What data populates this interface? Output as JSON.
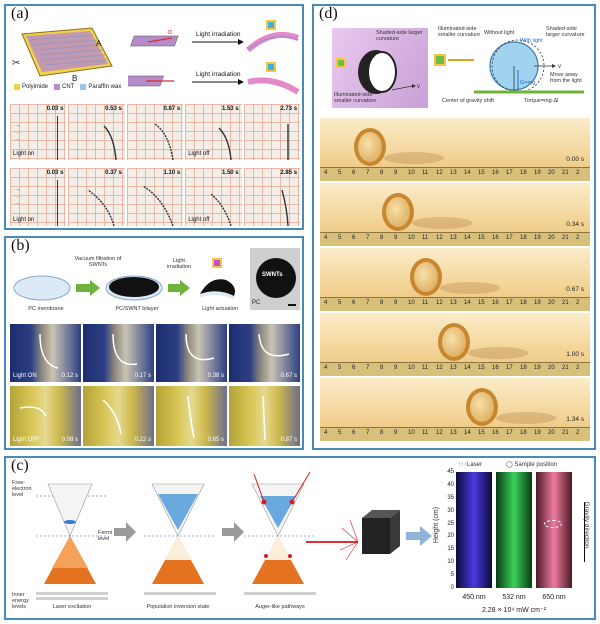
{
  "panel_a": {
    "label": "(a)",
    "legend": [
      "Polyimide",
      "CNT",
      "Paraffin wax"
    ],
    "dims": [
      "A",
      "B"
    ],
    "alpha": "α",
    "irradiation": [
      "Light irradiation",
      "Light irradiation"
    ],
    "rows": [
      {
        "times": [
          "0.03 s",
          "0.53 s",
          "0.87 s",
          "1.53 s",
          "2.73 s"
        ],
        "on": "Light on",
        "off": "Light off"
      },
      {
        "times": [
          "0.03 s",
          "0.37 s",
          "1.10 s",
          "1.50 s",
          "2.85 s"
        ],
        "on": "Light on",
        "off": "Light off"
      }
    ]
  },
  "panel_b": {
    "label": "(b)",
    "steps": [
      "PC membrane",
      "PC/SWNT bilayer",
      "Light actuation"
    ],
    "arrows": [
      "Vacuum filtration of SWNTs",
      "Light irradiation"
    ],
    "inset": [
      "SWNTs",
      "PC"
    ],
    "row1_times": [
      "0.12 s",
      "0.17 s",
      "0.38 s",
      "0.67 s"
    ],
    "row1_label": "Light ON",
    "row2_times": [
      "0.08 s",
      "0.22 s",
      "0.65 s",
      "0.87 s"
    ],
    "row2_label": "Light OFF"
  },
  "panel_c": {
    "label": "(c)",
    "levels": [
      "Free-electron level",
      "Fermi level",
      "Inner energy levels"
    ],
    "captions": [
      "Laser excitation",
      "Population inversion state",
      "Auger-like pathways"
    ],
    "legend_laser": "Laser",
    "legend_sample": "Sample position",
    "gravity": "Gravity direction",
    "ylabel": "Height (cm)",
    "yticks": [
      "45",
      "40",
      "35",
      "30",
      "25",
      "20",
      "15",
      "10",
      "5",
      "0"
    ],
    "wavelengths": [
      "450 nm",
      "532 nm",
      "650 nm"
    ],
    "intensity": "2.28 × 10⁴ mW cm⁻²"
  },
  "panel_d": {
    "label": "(d)",
    "labels": [
      "Shaded-side larger curvature",
      "Illuminated-side smaller curvature",
      "Illuminated-side smaller curvature",
      "Without light",
      "With light",
      "Shaded-side larger curvature",
      "Move away from the light",
      "Center of gravity shift",
      "Torque=mg·Δl",
      "G=mg"
    ],
    "times": [
      "0.00 s",
      "0.34 s",
      "0.67 s",
      "1.00 s",
      "1.34 s"
    ],
    "ruler_ticks": [
      "4",
      "5",
      "6",
      "7",
      "8",
      "9",
      "10",
      "11",
      "12",
      "13",
      "14",
      "15",
      "16",
      "17",
      "18",
      "19",
      "20",
      "21",
      "2"
    ]
  }
}
